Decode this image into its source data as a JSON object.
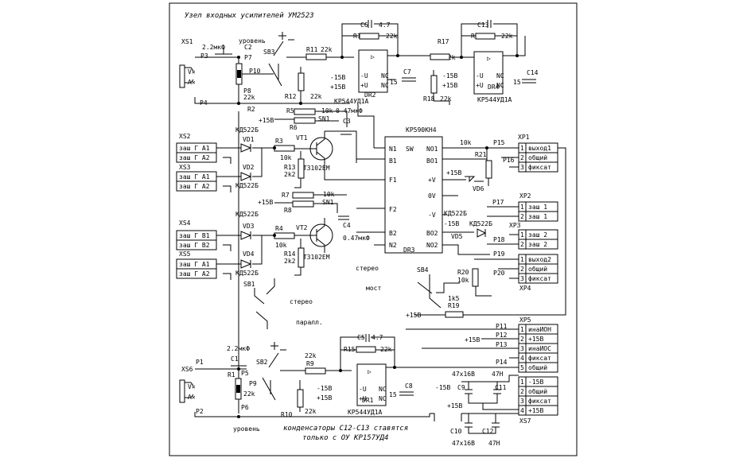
{
  "title": "Узел входных усилителей УМ2523",
  "footnote_1": "конденсаторы С12-С13 ставятся",
  "footnote_2": "только с ОУ КР157УД4",
  "labels": {
    "uroven_top": "уровень",
    "uroven_bottom": "уровень",
    "c2_val": "2.2мкФ",
    "c1_val": "2.2мкФ",
    "c2": "C2",
    "c1": "C1",
    "p3": "P3",
    "p4": "P4",
    "p7": "P7",
    "p8": "P8",
    "p10": "P10",
    "p1": "P1",
    "p2": "P2",
    "p5": "P5",
    "p6": "P6",
    "p9": "P9",
    "r8_22k": "22k",
    "r1_22k": "22k",
    "r2": "R2",
    "r1": "R1",
    "sb3": "SB3",
    "sb2": "SB2",
    "sb1": "SB1",
    "sb4": "SB4",
    "r11": "R11",
    "r11v": "22k",
    "r12": "R12",
    "r12v": "22k",
    "r16": "R16",
    "r16v": "22k",
    "c6": "C6",
    "c6v": "4.7",
    "dr2": "DR2",
    "kr544_1": "КР544УД1А",
    "c7": "C7",
    "c7v": "15",
    "r17": "R17",
    "r17v": "22k",
    "r22": "R22",
    "r22v": "22k",
    "c13": "C13",
    "dr4": "DR4",
    "c14": "C14",
    "c14v": "15",
    "kr544_2": "КР544УД1А",
    "r18": "R18",
    "r18v": "22k",
    "m15_1": "-15В",
    "p15_1": "+15В",
    "m15_2": "-15В",
    "p15_2": "+15В",
    "nc": "NC",
    "r5": "R5",
    "r5v": "10k",
    "c4_top": "0 47мкФ",
    "sn1_a": "SN1",
    "sn1_b": "SN1",
    "p15b": "+15В",
    "r6": "R6",
    "c3": "C3",
    "kr590": "КР590КН4",
    "sw": "SW",
    "xs2": "XS2",
    "xs3": "XS3",
    "xs4": "XS4",
    "xs5": "XS5",
    "xs1": "XS1",
    "xs6": "XS6",
    "kd1": "КД522Б",
    "kd2": "КД522Б",
    "kd3": "КД522Б",
    "kd4": "КД522Б",
    "vd1": "VD1",
    "vd2": "VD2",
    "vd3": "VD3",
    "vd4": "VD4",
    "zash_a1": "заш Г А1",
    "zash_a2": "заш Г А2",
    "zash_b1": "заш Г В1",
    "zash_b2": "заш Г В2",
    "r3": "R3",
    "r3v": "10k",
    "r4": "R4",
    "r4v": "10k",
    "vt1": "VT1",
    "vt2": "VT2",
    "kt1": "КТ3102ЕМ",
    "kt2": "КТ3102ЕМ",
    "r13": "R13",
    "r13v": "2k2",
    "r14": "R14",
    "r14v": "2k2",
    "r7": "R7",
    "r7v": "10k",
    "r8": "R8",
    "c4": "C4",
    "c4v": "0.47мкФ",
    "pin_n1": "N1",
    "pin_b1": "B1",
    "pin_f1": "F1",
    "pin_f2": "F2",
    "pin_b2": "B2",
    "pin_n2": "N2",
    "pin_no1": "NO1",
    "pin_bo1": "BO1",
    "pin_pv": "+V",
    "pin_0v": "0V",
    "pin_mv": "-V",
    "pin_bo2": "BO2",
    "pin_no2": "NO2",
    "dr3": "DR3",
    "r21": "R21",
    "r21v": "10k",
    "vd6": "VD6",
    "vd5": "VD5",
    "kd5": "КД522Б",
    "kd6": "КД522Б",
    "p15c": "+15В",
    "m15c": "-15В",
    "p15_": "P15",
    "p16": "P16",
    "p17": "P17",
    "p18": "P18",
    "p19": "P19",
    "p20": "P20",
    "r20": "R20",
    "r20v": "10k",
    "xp1": "XP1",
    "xp2": "XP2",
    "xp3": "XP3",
    "xp4": "XP4",
    "xp5": "XP5",
    "xs7": "XS7",
    "xp1_1": "выход1",
    "xp1_2": "общий",
    "xp1_3": "фиксат",
    "xp2_1": "заш 1",
    "xp2_2": "заш 1",
    "xp3_1": "заш 2",
    "xp3_2": "заш 2",
    "xp4_1": "выход2",
    "xp4_2": "общий",
    "xp4_3": "фиксат",
    "xp5_1": "инаИОН",
    "xp5_2": "+15В",
    "xp5_3": "инаИОС",
    "xp5_4": "фиксат",
    "xp5_5": "общий",
    "xs7_1": "-15В",
    "xs7_2": "общий",
    "xs7_3": "фиксат",
    "xs7_4": "+15В",
    "stereo": "стерео",
    "most": "мост",
    "stereo2": "стерео",
    "parall": "паралл.",
    "r19": "R19",
    "r19v": "1k5",
    "p15d": "+15В",
    "p11": "P11",
    "p12": "P12",
    "p13": "P13",
    "p14": "P14",
    "p15e": "+15В",
    "r9": "R9",
    "r9v": "22k",
    "r10": "R10",
    "r10v": "22k",
    "r15": "R15",
    "r15v": "22k",
    "c5": "C5",
    "c5v": "4.7",
    "dr1": "DR1",
    "kr544_3": "КР544УД1А",
    "c8": "C8",
    "c8v": "15",
    "m15_3": "-15В",
    "p15_3": "+15В",
    "c9": "C9",
    "c10": "C10",
    "c11": "C11",
    "c12": "C12",
    "c47x16a": "47х16В",
    "c47x16b": "47х16В",
    "c47n_a": "47Н",
    "c47n_b": "47Н",
    "m15f": "-15В",
    "p15f": "+15В",
    "n1": "1",
    "n2": "2",
    "n3": "3",
    "n4": "4",
    "n5": "5"
  }
}
